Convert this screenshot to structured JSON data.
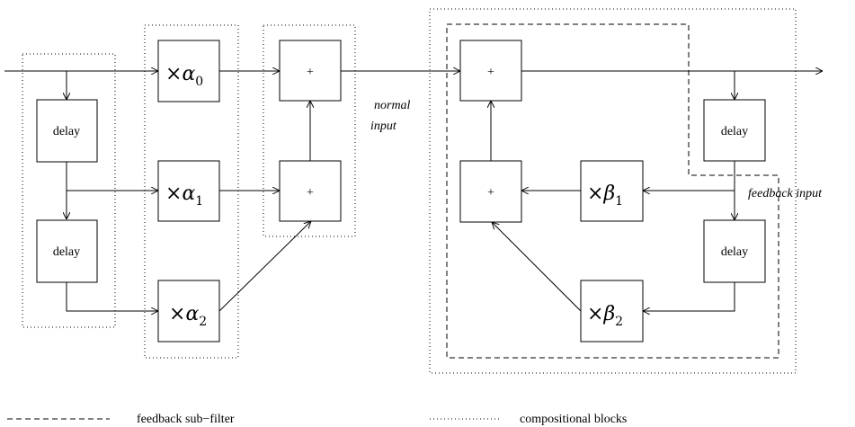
{
  "blocks": {
    "delay_label": "delay",
    "plus_label": "+",
    "times": "×",
    "alpha": "α",
    "beta": "β",
    "alpha0_sub": "0",
    "alpha1_sub": "1",
    "alpha2_sub": "2",
    "beta1_sub": "1",
    "beta2_sub": "2"
  },
  "annotations": {
    "normal_input_line1": "normal",
    "normal_input_line2": "input",
    "feedback_input": "feedback input"
  },
  "legend": {
    "feedback_sub_filter": "feedback sub−filter",
    "compositional_blocks": "compositional blocks"
  }
}
